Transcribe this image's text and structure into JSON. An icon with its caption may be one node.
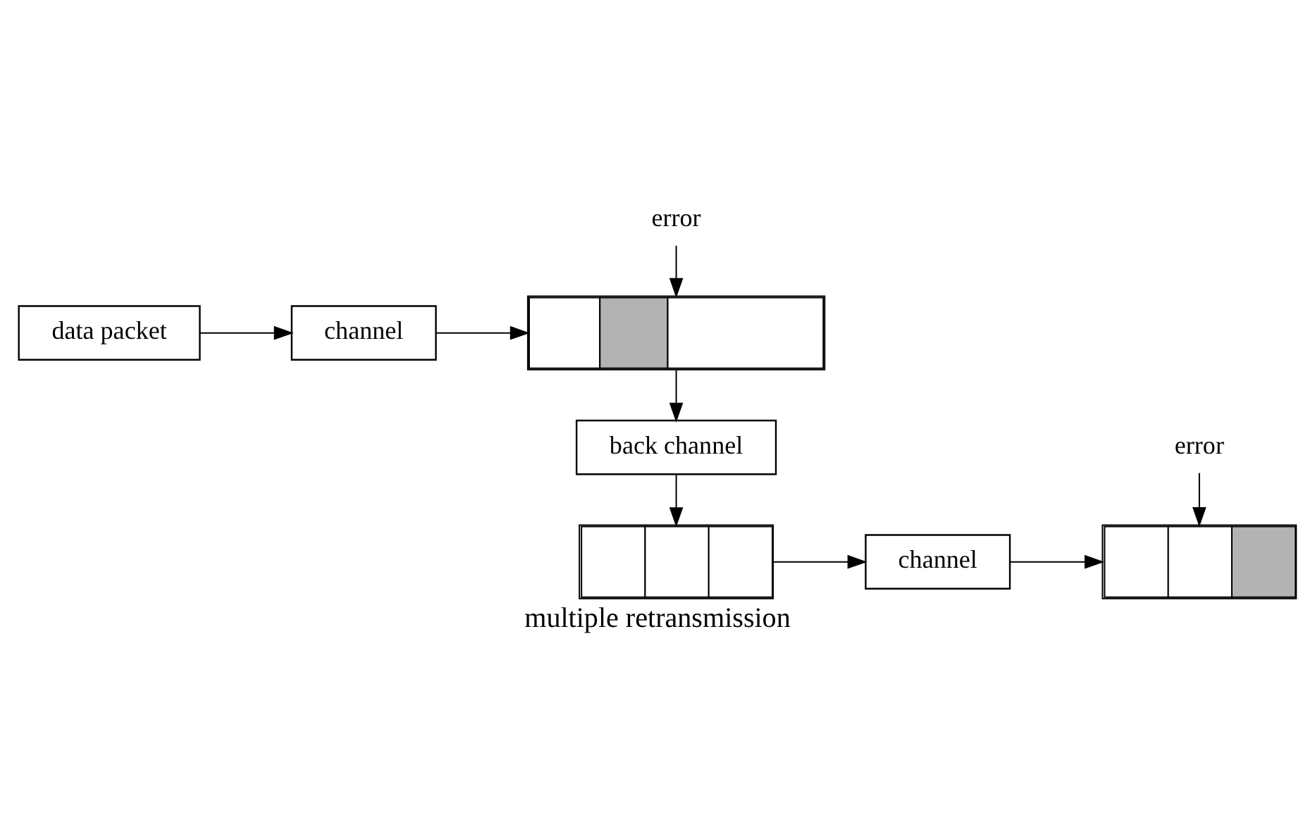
{
  "diagram": {
    "caption": "multiple retransmission",
    "nodes": [
      {
        "text": [
          "error"
        ]
      },
      {
        "text": [
          "data packet"
        ]
      },
      {
        "text": [
          "channel"
        ]
      },
      {
        "text": [],
        "shape": "box"
      },
      {
        "text": [
          "back channel"
        ]
      },
      {
        "text": [
          "error"
        ]
      },
      {
        "text": [],
        "shape": "box"
      },
      {
        "text": [
          "channel"
        ]
      },
      {
        "text": [],
        "shape": "box"
      }
    ],
    "edges": [
      {
        "from": 1,
        "to": 2,
        "arrow": "to"
      },
      {
        "from": 2,
        "to": 3,
        "arrow": "to"
      },
      {
        "from": 0,
        "to": 3,
        "arrow": "to"
      },
      {
        "from": 3,
        "to": 4,
        "arrow": "to"
      },
      {
        "from": 4,
        "to": 6,
        "arrow": "to"
      },
      {
        "from": 6,
        "to": 7,
        "arrow": "to"
      },
      {
        "from": 7,
        "to": 8,
        "arrow": "to"
      },
      {
        "from": 5,
        "to": 8,
        "arrow": "to"
      }
    ]
  }
}
